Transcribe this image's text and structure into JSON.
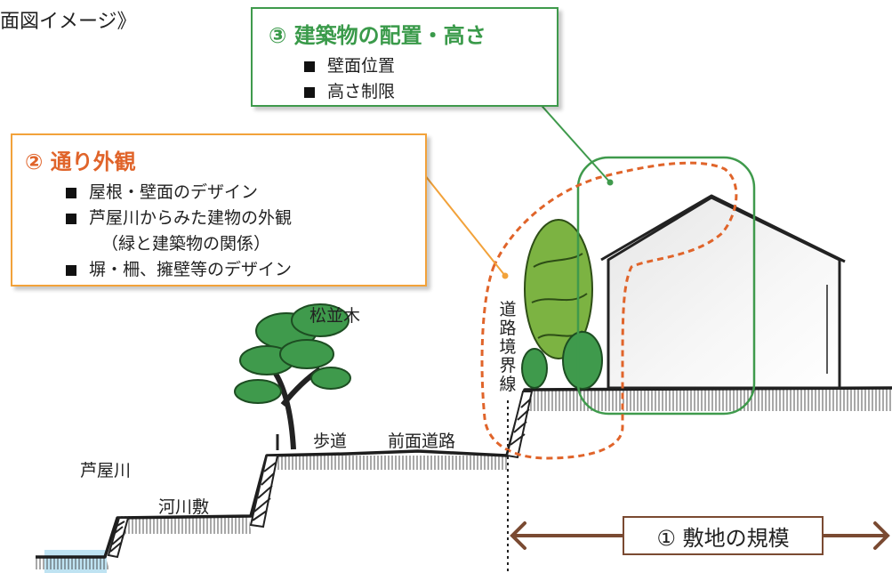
{
  "heading": "面図イメージ》",
  "box_building": {
    "title": "③ 建築物の配置・高さ",
    "items": [
      "壁面位置",
      "高さ制限"
    ]
  },
  "box_street": {
    "title": "② 通り外観",
    "items": [
      {
        "text": "屋根・壁面のデザイン",
        "bullet": true
      },
      {
        "text": "芦屋川からみた建物の外観",
        "bullet": true
      },
      {
        "text": "（緑と建築物の関係）",
        "bullet": false
      },
      {
        "text": "塀・柵、擁壁等のデザイン",
        "bullet": true
      }
    ]
  },
  "labels": {
    "pine_row": "松並木",
    "sidewalk": "歩道",
    "front_road": "前面道路",
    "river": "芦屋川",
    "riverbed": "河川敷",
    "road_boundary_line": "道路境界線"
  },
  "site_scale": "① 敷地の規模",
  "colors": {
    "green": "#3f9a4c",
    "orange": "#f2a23a",
    "red_dashed": "#e0642a",
    "brown": "#7a4a32",
    "water": "#bfe3f2"
  }
}
